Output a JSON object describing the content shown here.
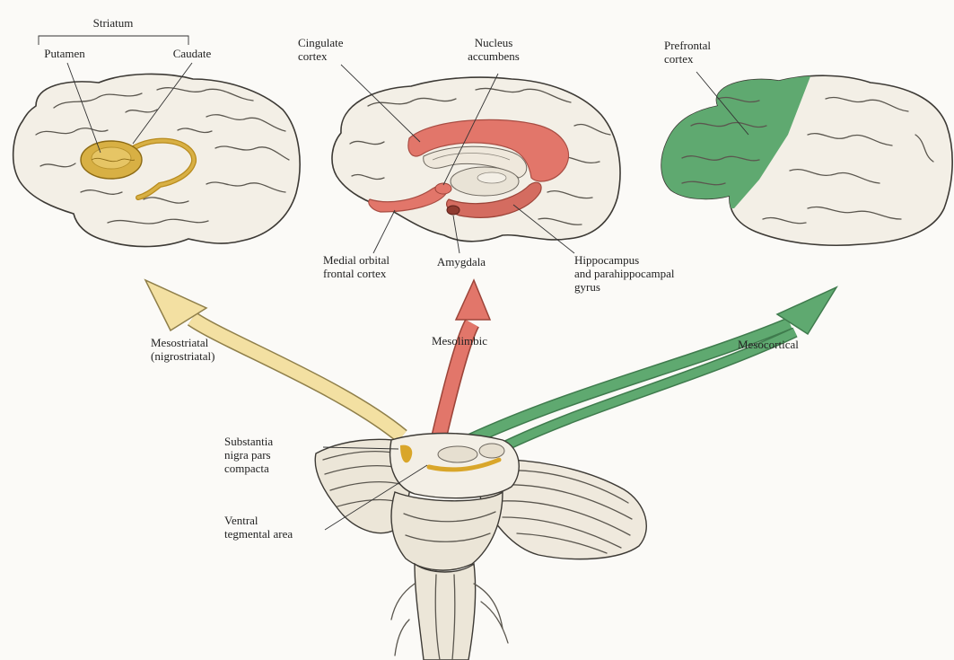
{
  "colors": {
    "background": "#fbfaf7",
    "brain_tissue": "#f3efe6",
    "striatum": "#d8b044",
    "mesolimbic": "#e2766a",
    "mesocortical": "#5fa970",
    "mesostriatal_pathway": "#f3e0a2"
  },
  "brains": {
    "left": {
      "group_label": "Striatum",
      "labels": [
        "Putamen",
        "Caudate"
      ]
    },
    "middle": {
      "labels": {
        "cingulate": [
          "Cingulate",
          "cortex"
        ],
        "nucleus": [
          "Nucleus",
          "accumbens"
        ],
        "medial_orbital": [
          "Medial orbital",
          "frontal cortex"
        ],
        "amygdala": [
          "Amygdala"
        ],
        "hippocampus": [
          "Hippocampus",
          "and parahippocampal",
          "gyrus"
        ]
      }
    },
    "right": {
      "labels": [
        "Prefrontal",
        "cortex"
      ]
    }
  },
  "pathways": {
    "mesostriatal": [
      "Mesostriatal",
      "(nigrostriatal)"
    ],
    "mesolimbic": [
      "Mesolimbic"
    ],
    "mesocortical": [
      "Mesocortical"
    ]
  },
  "brainstem": {
    "substantia": [
      "Substantia",
      "nigra pars",
      "compacta"
    ],
    "vta": [
      "Ventral",
      "tegmental area"
    ]
  }
}
